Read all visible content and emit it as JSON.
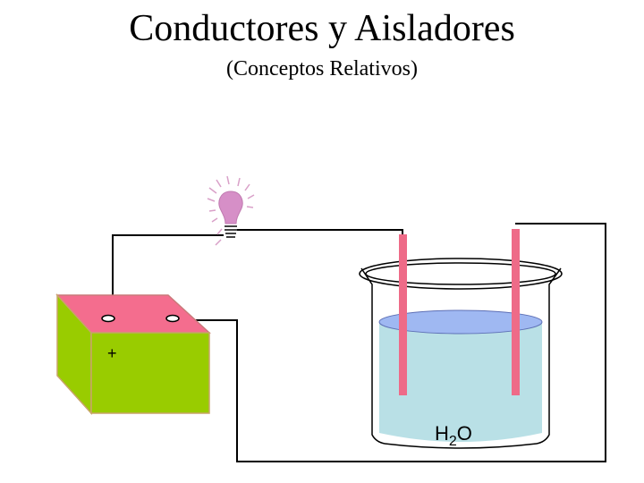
{
  "title": "Conductores y Aisladores",
  "subtitle": "(Conceptos Relativos)",
  "battery": {
    "plus_label": "+"
  },
  "beaker": {
    "h_label": "H",
    "subscript": "2",
    "o_label": "O"
  },
  "colors": {
    "battery_top": "#f46d8e",
    "battery_side": "#99cc00",
    "water": "#b9e0e6",
    "water_surface": "#9fb8f2",
    "electrode": "#ee6b88",
    "bulb": "#d68fc7",
    "wire": "#000000"
  },
  "icons": [
    "light-bulb-icon"
  ]
}
